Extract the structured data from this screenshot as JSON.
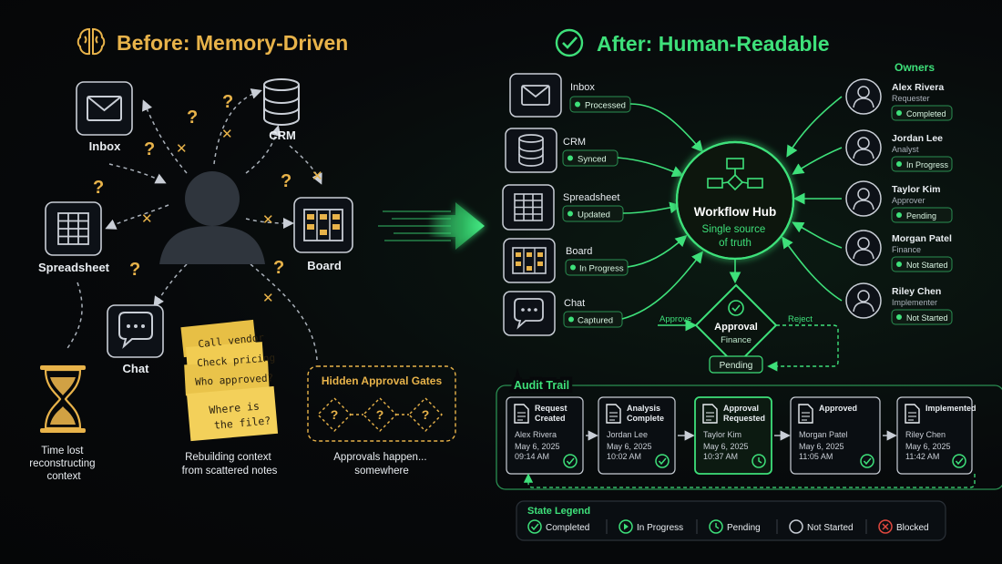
{
  "before": {
    "title": "Before: Memory-Driven",
    "icons": {
      "inbox": "Inbox",
      "crm": "CRM",
      "spreadsheet": "Spreadsheet",
      "board": "Board",
      "chat": "Chat"
    },
    "question_mark": "?",
    "cross_mark": "✕",
    "notes": [
      "Call vendor",
      "Check pricing",
      "Who approved?",
      "Where is",
      "the file?"
    ],
    "time_lost": [
      "Time lost",
      "reconstructing",
      "context"
    ],
    "rebuilding": [
      "Rebuilding context",
      "from scattered notes"
    ],
    "hidden_gates": {
      "title": "Hidden Approval Gates",
      "caption": [
        "Approvals happen...",
        "somewhere"
      ]
    }
  },
  "after": {
    "title": "After: Human-Readable",
    "sources": [
      {
        "name": "Inbox",
        "status": "Processed"
      },
      {
        "name": "CRM",
        "status": "Synced"
      },
      {
        "name": "Spreadsheet",
        "status": "Updated"
      },
      {
        "name": "Board",
        "status": "In Progress"
      },
      {
        "name": "Chat",
        "status": "Captured"
      }
    ],
    "hub": {
      "title": "Workflow Hub",
      "subtitle": [
        "Single source",
        "of truth"
      ]
    },
    "approval": {
      "title": "Approval",
      "subtitle": "Finance",
      "approve": "Approve",
      "reject": "Reject",
      "status": "Pending"
    },
    "owners_title": "Owners",
    "owners": [
      {
        "name": "Alex Rivera",
        "role": "Requester",
        "status": "Completed"
      },
      {
        "name": "Jordan Lee",
        "role": "Analyst",
        "status": "In Progress"
      },
      {
        "name": "Taylor Kim",
        "role": "Approver",
        "status": "Pending"
      },
      {
        "name": "Morgan Patel",
        "role": "Finance",
        "status": "Not Started"
      },
      {
        "name": "Riley Chen",
        "role": "Implementer",
        "status": "Not Started"
      }
    ],
    "audit": {
      "title": "Audit Trail",
      "steps": [
        {
          "title": [
            "Request",
            "Created"
          ],
          "person": "Alex Rivera",
          "date": "May 6, 2025",
          "time": "09:14 AM",
          "state": "completed"
        },
        {
          "title": [
            "Analysis",
            "Complete"
          ],
          "person": "Jordan Lee",
          "date": "May 6, 2025",
          "time": "10:02 AM",
          "state": "completed"
        },
        {
          "title": [
            "Approval",
            "Requested"
          ],
          "person": "Taylor Kim",
          "date": "May 6, 2025",
          "time": "10:37 AM",
          "state": "pending"
        },
        {
          "title": [
            "Approved"
          ],
          "person": "Morgan Patel",
          "date": "May 6, 2025",
          "time": "11:05 AM",
          "state": "completed"
        },
        {
          "title": [
            "Implemented"
          ],
          "person": "Riley Chen",
          "date": "May 6, 2025",
          "time": "11:42 AM",
          "state": "completed"
        }
      ]
    },
    "legend": {
      "title": "State Legend",
      "items": [
        {
          "label": "Completed",
          "kind": "completed"
        },
        {
          "label": "In Progress",
          "kind": "in-progress"
        },
        {
          "label": "Pending",
          "kind": "pending"
        },
        {
          "label": "Not Started",
          "kind": "not-started"
        },
        {
          "label": "Blocked",
          "kind": "blocked"
        }
      ]
    }
  },
  "colors": {
    "gold": "#e8b34a",
    "green": "#3ee07a",
    "green_dim": "#2a8f52",
    "panel": "#0d1117",
    "stroke": "#c9ced6",
    "text": "#e9edf1",
    "red": "#e0483e"
  }
}
